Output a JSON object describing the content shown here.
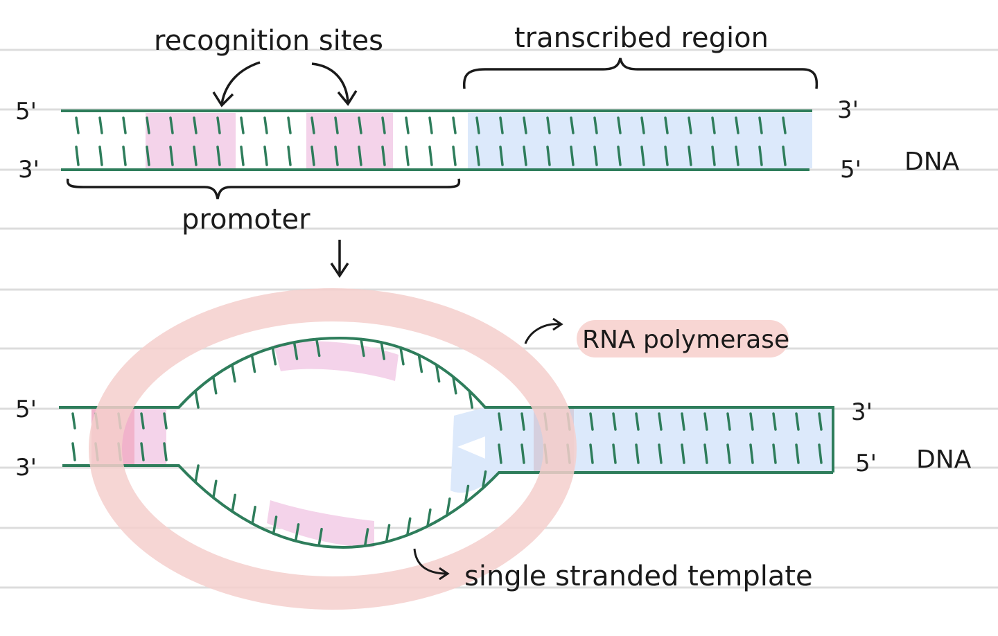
{
  "labels": {
    "recognition_sites": "recognition sites",
    "transcribed_region": "transcribed region",
    "promoter": "promoter",
    "rna_polymerase": "RNA polymerase",
    "single_stranded_template": "single stranded template"
  },
  "top_strand": {
    "left_top": "5'",
    "left_bottom": "3'",
    "right_top": "3'",
    "right_bottom": "5'",
    "molecule": "DNA"
  },
  "bottom_strand": {
    "left_top": "5'",
    "left_bottom": "3'",
    "right_top": "3'",
    "right_bottom": "5'",
    "molecule": "DNA"
  },
  "colors": {
    "strand": "#2e7d5b",
    "recognition": "#f4d3ea",
    "transcribed": "#dce9fb",
    "polymerase_ring": "#f5cfcc",
    "polymerase_tag": "#f8d6d3",
    "rule_lines": "#dcdcdc"
  }
}
